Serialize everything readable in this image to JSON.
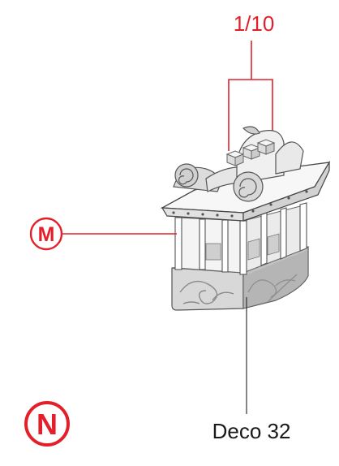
{
  "labels": {
    "top_callout": "1/10",
    "left_marker": "M",
    "bottom_caption": "Deco 32",
    "corner_marker": "N"
  },
  "colors": {
    "callout_red": "#e3202a",
    "caption_black": "#1a1a1a",
    "line_gray": "#3a3a3a",
    "light_gray": "#cfcfcf",
    "mid_gray": "#9a9a9a"
  }
}
